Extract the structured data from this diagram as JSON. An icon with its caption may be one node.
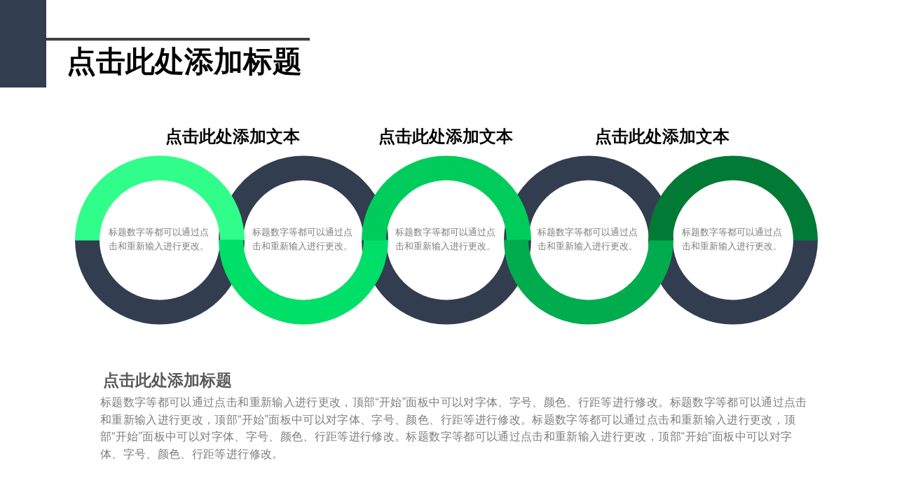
{
  "diagram": {
    "title": "点击此处添加标题",
    "nodes": [
      {
        "text": [
          "标题数字等都可以通过点击和重新输入进行更改。"
        ]
      },
      {
        "text": [
          "标题数字等都可以通过点击和重新输入进行更改。"
        ]
      },
      {
        "text": [
          "标题数字等都可以通过点击和重新输入进行更改。"
        ]
      },
      {
        "text": [
          "标题数字等都可以通过点击和重新输入进行更改。"
        ]
      },
      {
        "text": [
          "标题数字等都可以通过点击和重新输入进行更改。"
        ]
      }
    ],
    "labels": [
      "点击此处添加文本",
      "点击此处添加文本",
      "点击此处添加文本",
      "点击此处添加标题",
      "标题数字等都可以通过点击和重新输入进行更改，顶部“开始”面板中可以对字体、字号、颜色、行距等进行修改。标题数字等都可以通过点击和重新输入进行更改，顶部“开始”面板中可以对字体、字号、颜色、行距等进行修改。标题数字等都可以通过点击和重新输入进行更改，顶部“开始”面板中可以对字体、字号、颜色、行距等进行修改。标题数字等都可以通过点击和重新输入进行更改，顶部“开始”面板中可以对字体、字号、颜色、行距等进行修改。"
    ]
  }
}
